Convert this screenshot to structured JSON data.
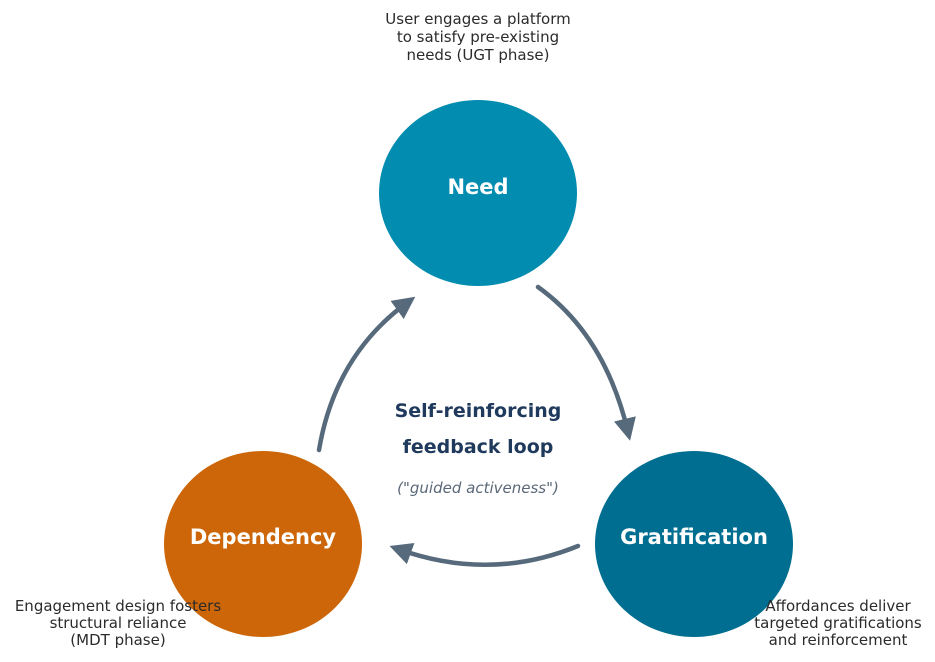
{
  "nodes": {
    "need": {
      "label": "Need",
      "color": "#028cb0"
    },
    "gratification": {
      "label": "Gratification",
      "color": "#006e90"
    },
    "dependency": {
      "label": "Dependency",
      "color": "#cc6608"
    }
  },
  "annotations": {
    "need": [
      "User engages a platform",
      "to satisfy pre-existing",
      "needs (UGT phase)"
    ],
    "gratification": [
      "Affordances deliver",
      "targeted gratifications",
      "and reinforcement"
    ],
    "dependency": [
      "Engagement design fosters",
      "structural reliance",
      "(MDT phase)"
    ]
  },
  "center": {
    "title_line1": "Self-reinforcing",
    "title_line2": "feedback loop",
    "subtitle": "(\"guided activeness\")"
  },
  "colors": {
    "arrow": "#566a7c",
    "center_title": "#1f3a5c"
  }
}
